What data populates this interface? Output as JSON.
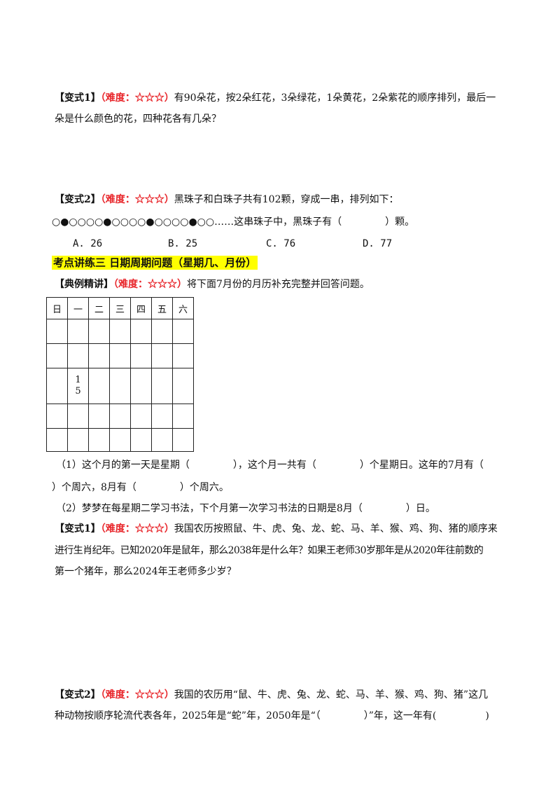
{
  "variant1_a": {
    "tag": "【变式1】",
    "difficulty": "（难度：☆☆☆）",
    "line1": "有90朵花，按2朵红花，3朵绿花，1朵黄花，2朵紫花的顺序排列，最后一",
    "line2": "朵是什么颜色的花，四种花各有几朵？"
  },
  "variant2_a": {
    "tag": "【变式2】",
    "difficulty": "（难度：☆☆☆）",
    "line1": "黑珠子和白珠子共有102颗，穿成一串，排列如下：",
    "beads": "○●○○○○●○○○○●○○○○●○○……",
    "line2_a": "这串珠子中，黑珠子有（",
    "line2_b": "）颗。",
    "options": [
      "A. 26",
      "B. 25",
      "C. 76",
      "D. 77"
    ]
  },
  "section_heading": "考点讲练三  日期周期问题（星期几、月份）",
  "example": {
    "tag": "【典例精讲】",
    "difficulty": "（难度：☆☆☆）",
    "text": "将下面7月份的月历补充完整并回答问题。"
  },
  "calendar": {
    "headers": [
      "日",
      "一",
      "二",
      "三",
      "四",
      "五",
      "六"
    ],
    "known_cell_digits": [
      "1",
      "5"
    ]
  },
  "questions": {
    "q1_a": "（1）这个月的第一天是星期（",
    "q1_b": "），这个月一共有（",
    "q1_c": "）个星期日。这年的7月有（",
    "q1_d": "）个周六，8月有（",
    "q1_e": "）个周六。",
    "q2_a": "（2）梦梦在每星期二学习书法，下个月第一次学习书法的日期是8月（",
    "q2_b": "）日。"
  },
  "variant1_b": {
    "tag": "【变式1】",
    "difficulty": "（难度：☆☆☆）",
    "line1": "我国农历按照鼠、牛、虎、兔、龙、蛇、马、羊、猴、鸡、狗、猪的顺序来",
    "line2": "进行生肖纪年。已知2020年是鼠年，那么2038年是什么年？如果王老师30岁那年是从2020年往前数的",
    "line3": "第一个猪年，那么2024年王老师多少岁？"
  },
  "variant2_b": {
    "tag": "【变式2】",
    "difficulty": "（难度：☆☆☆）",
    "line1": "我国的农历用“鼠、牛、虎、兔、龙、蛇、马、羊、猴、鸡、狗、猪”这几",
    "line2_a": "种动物按顺序轮流代表各年，2025年是“蛇”年，2050年是“（",
    "line2_b": "）”年，这一年有(",
    "line2_c": ")"
  }
}
